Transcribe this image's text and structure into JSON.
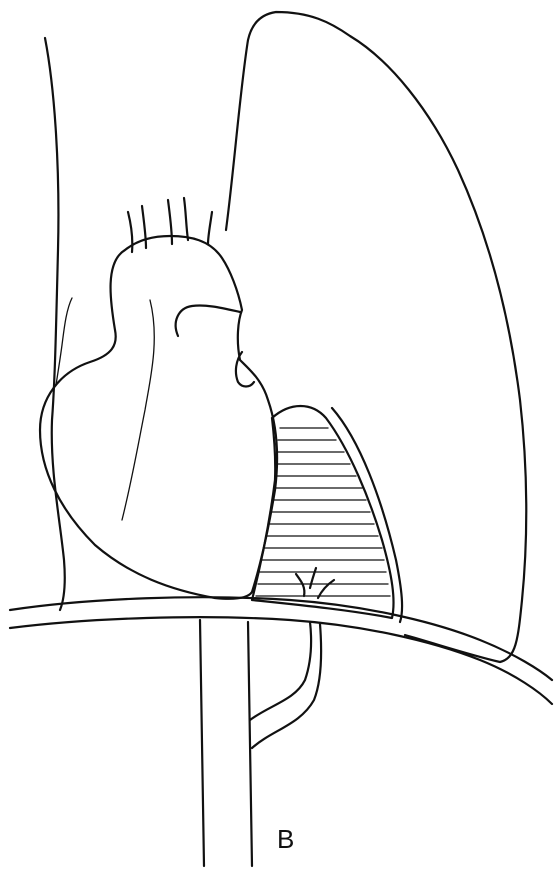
{
  "figure": {
    "panel_label": "B",
    "colors": {
      "ink": "#111111",
      "background": "#ffffff"
    },
    "structures": [
      "lung-outline",
      "heart-outline",
      "aortic-arch-branches",
      "pericardial-effusion-hatched-region",
      "diaphragm",
      "vertical-vessels"
    ]
  }
}
